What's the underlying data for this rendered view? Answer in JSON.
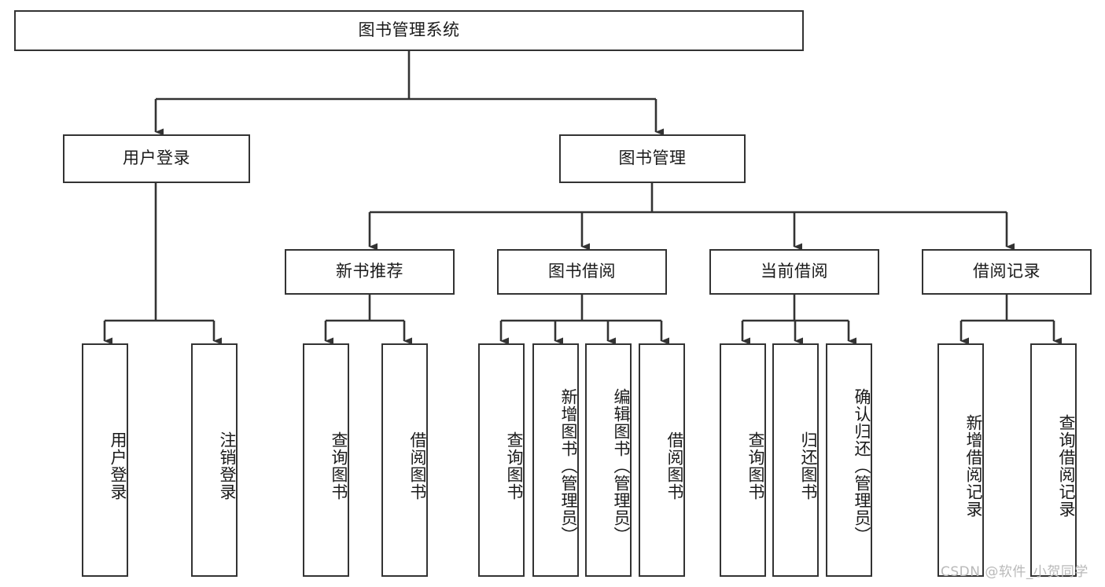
{
  "diagram": {
    "title": "图书管理系统",
    "type": "hierarchy-tree",
    "root": {
      "label": "图书管理系统"
    },
    "level2": [
      {
        "label": "用户登录"
      },
      {
        "label": "图书管理"
      }
    ],
    "level3": [
      {
        "label": "新书推荐"
      },
      {
        "label": "图书借阅"
      },
      {
        "label": "当前借阅"
      },
      {
        "label": "借阅记录"
      }
    ],
    "leaves": {
      "user_login": [
        {
          "label": "用户登录"
        },
        {
          "label": "注销登录"
        }
      ],
      "new_book_recommend": [
        {
          "label": "查询图书"
        },
        {
          "label": "借阅图书"
        }
      ],
      "book_borrow": [
        {
          "label": "查询图书"
        },
        {
          "label": "新增图书（管理员）"
        },
        {
          "label": "编辑图书（管理员）"
        },
        {
          "label": "借阅图书"
        }
      ],
      "current_borrow": [
        {
          "label": "查询图书"
        },
        {
          "label": "归还图书"
        },
        {
          "label": "确认归还（管理员）"
        }
      ],
      "borrow_record": [
        {
          "label": "新增借阅记录"
        },
        {
          "label": "查询借阅记录"
        }
      ]
    }
  },
  "watermark": {
    "text": "CSDN @软件_小贺同学"
  },
  "colors": {
    "box_border": "#333333",
    "line": "#333333",
    "text": "#1a1a1a",
    "background": "#ffffff",
    "watermark": "#b9b9b9"
  }
}
